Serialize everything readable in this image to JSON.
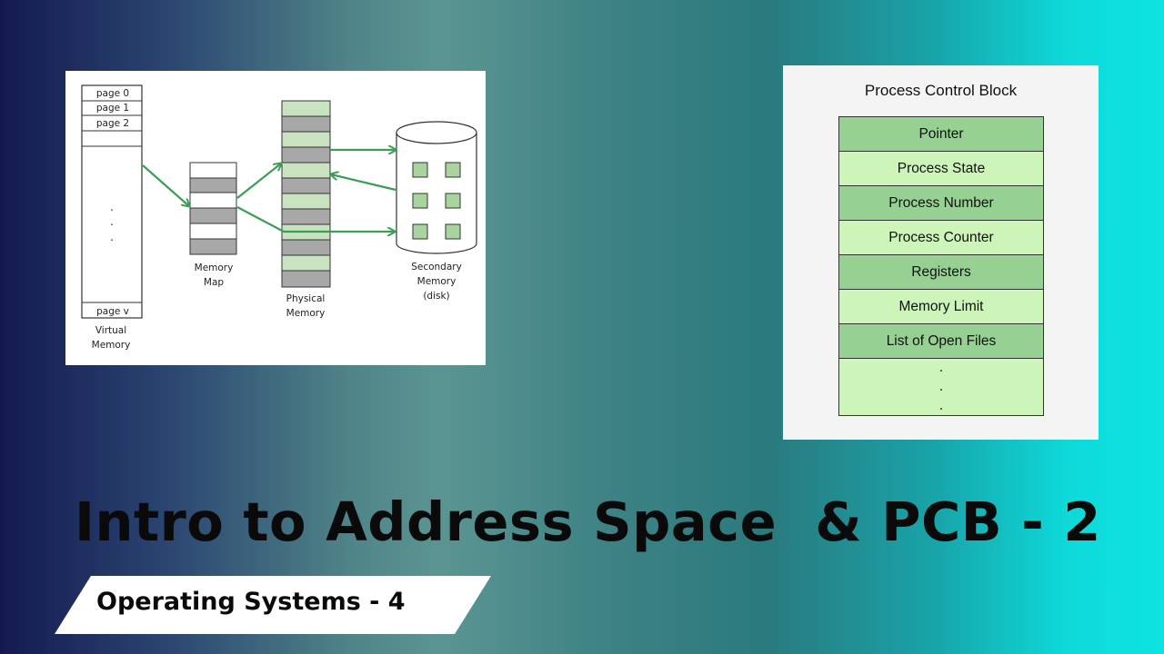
{
  "virtual_memory_diagram": {
    "pages": [
      "page 0",
      "page 1",
      "page 2"
    ],
    "last_page": "page v",
    "dots": ".",
    "virtual_label": [
      "Virtual",
      "Memory"
    ],
    "map_label": [
      "Memory",
      "Map"
    ],
    "physical_label": [
      "Physical",
      "Memory"
    ],
    "secondary_label": [
      "Secondary",
      "Memory",
      "(disk)"
    ],
    "arrow_color": "#3a9e56",
    "frame_dark": "#a8a8a8",
    "frame_green": "#c9e3c0"
  },
  "pcb": {
    "title": "Process Control Block",
    "fields": [
      "Pointer",
      "Process State",
      "Process Number",
      "Process Counter",
      "Registers",
      "Memory Limit",
      "List of Open Files"
    ],
    "dots": ".",
    "dark_color": "#96d092",
    "light_color": "#cdf5ba"
  },
  "title": "Intro to Address Space  & PCB - 2",
  "subtitle": "Operating Systems - 4"
}
